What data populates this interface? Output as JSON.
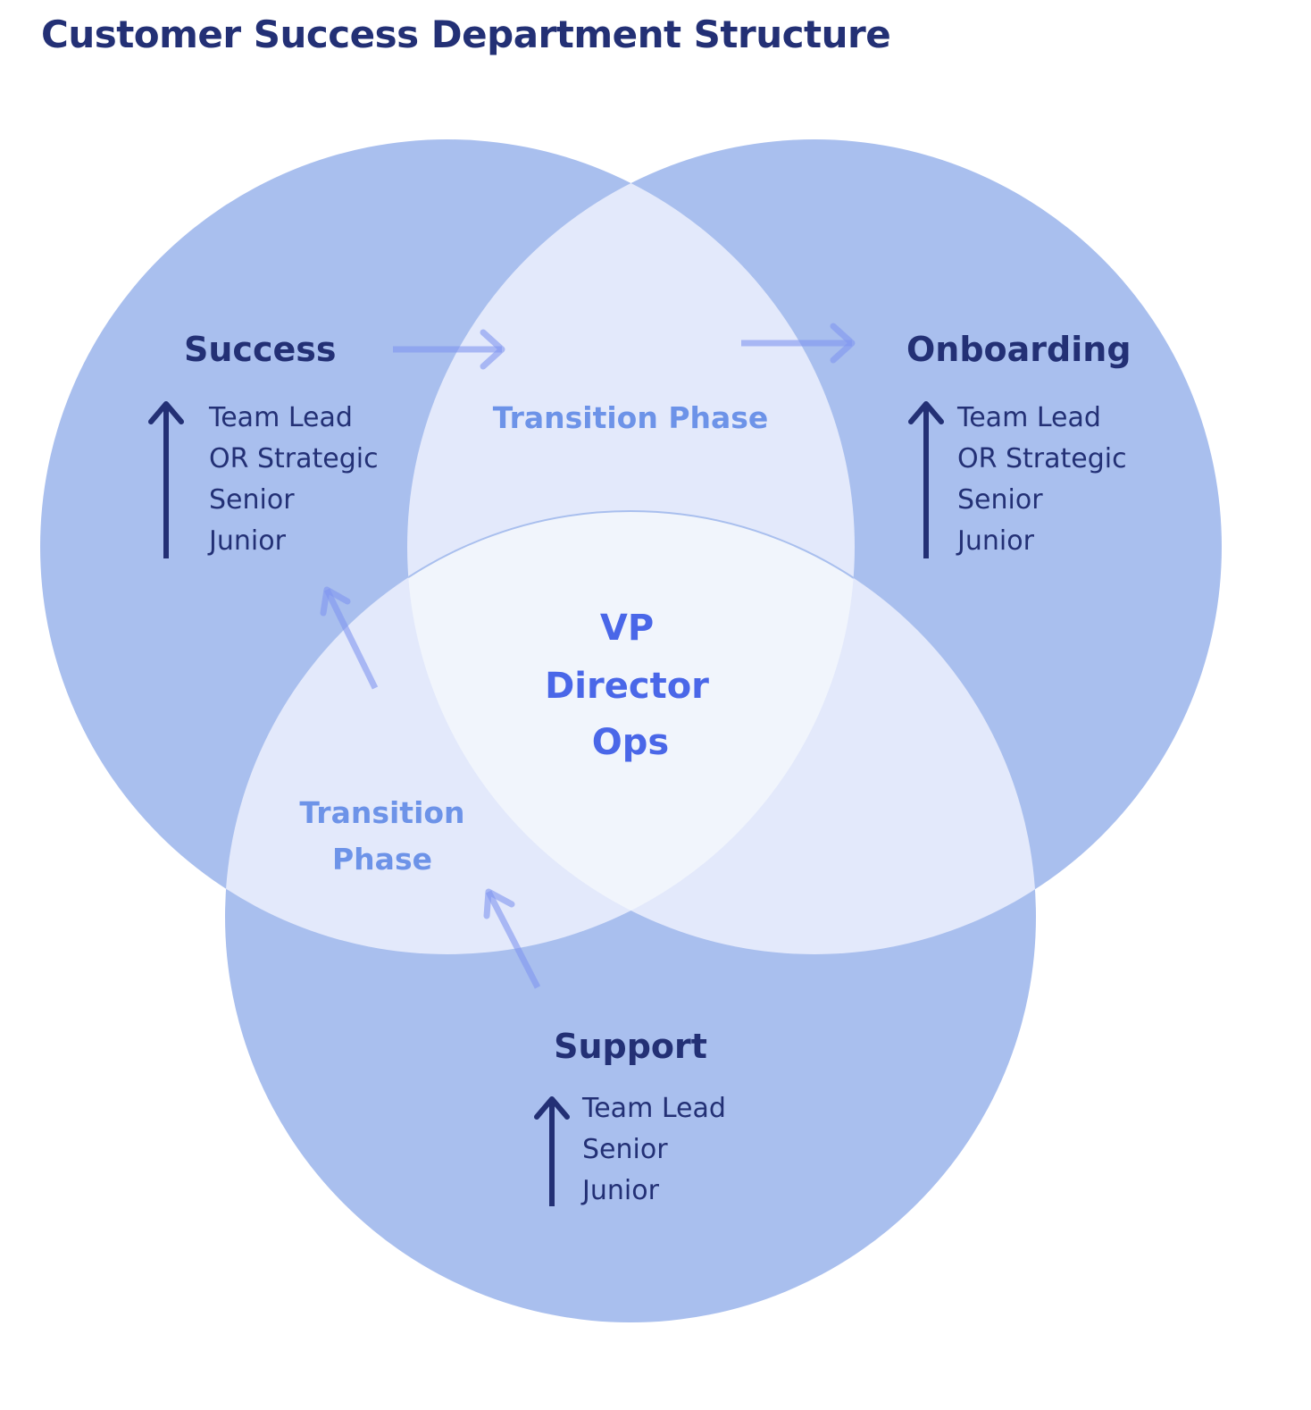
{
  "title": "Customer Success Department Structure",
  "colors": {
    "title": "#233075",
    "circle_fill": "#a9bfee",
    "overlap_fill": "#e3e9fb",
    "center_fill": "#f1f5fc",
    "transition_text": "#6d93e8",
    "core_text": "#4a67e8",
    "arrow_light": "#8096f0",
    "arrow_dark": "#233075"
  },
  "groups": {
    "success": {
      "name": "Success",
      "roles": [
        "Team Lead",
        "OR Strategic",
        "Senior",
        "Junior"
      ]
    },
    "onboarding": {
      "name": "Onboarding",
      "roles": [
        "Team Lead",
        "OR Strategic",
        "Senior",
        "Junior"
      ]
    },
    "support": {
      "name": "Support",
      "roles": [
        "Team Lead",
        "Senior",
        "Junior"
      ]
    }
  },
  "transitions": {
    "top": "Transition Phase",
    "left": [
      "Transition",
      "Phase"
    ]
  },
  "center": {
    "lines": [
      "VP",
      "Director",
      "Ops"
    ]
  },
  "icons": {
    "career_arrow": "arrow-up-icon",
    "flow_arrow": "arrow-right-icon"
  }
}
